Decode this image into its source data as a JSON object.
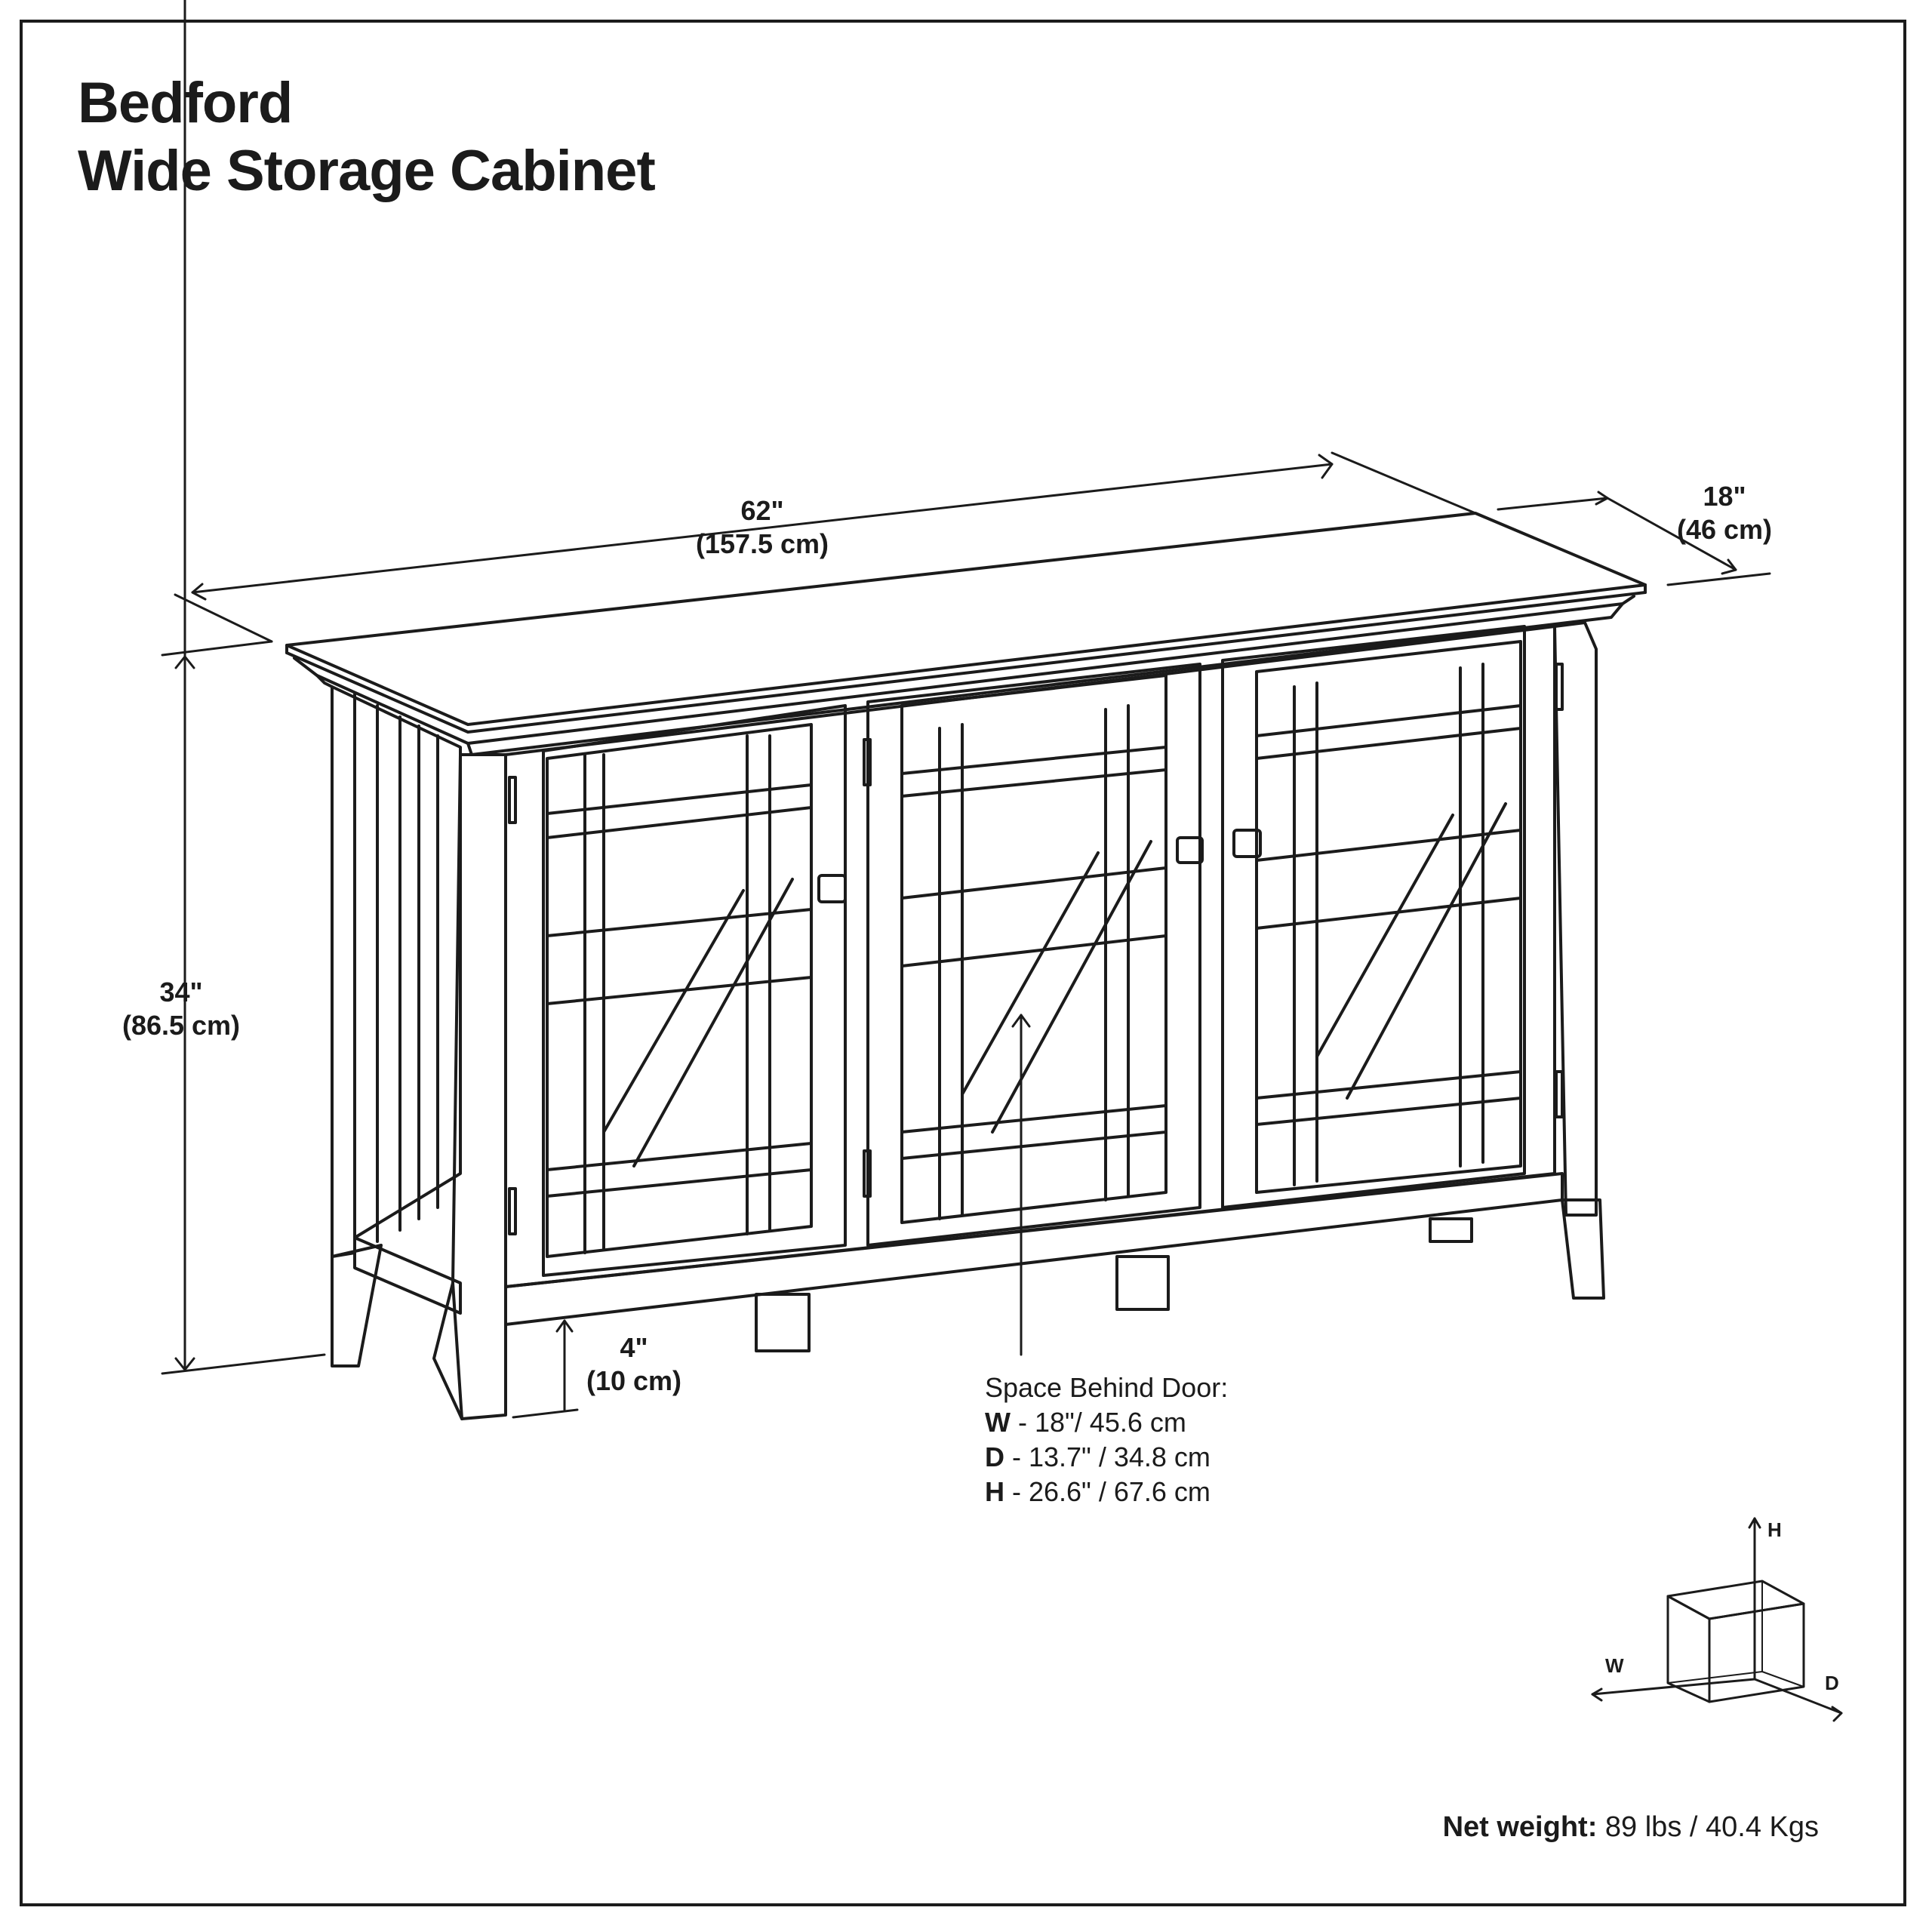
{
  "title": {
    "line1": "Bedford",
    "line2": "Wide Storage Cabinet"
  },
  "dimensions": {
    "width": {
      "imperial": "62\"",
      "metric": "(157.5 cm)"
    },
    "depth": {
      "imperial": "18\"",
      "metric": "(46 cm)"
    },
    "height": {
      "imperial": "34\"",
      "metric": "(86.5 cm)"
    },
    "clearance": {
      "imperial": "4\"",
      "metric": "(10 cm)"
    }
  },
  "space_behind_door": {
    "heading": "Space Behind Door:",
    "rows": [
      {
        "key": "W",
        "value": " - 18\"/ 45.6 cm"
      },
      {
        "key": "D",
        "value": " - 13.7\" / 34.8 cm"
      },
      {
        "key": "H",
        "value": " - 26.6\" / 67.6 cm"
      }
    ]
  },
  "axes_legend": {
    "h": "H",
    "w": "W",
    "d": "D"
  },
  "net_weight": {
    "label": "Net weight:",
    "value": " 89 lbs / 40.4 Kgs"
  },
  "colors": {
    "ink": "#1b1b1b",
    "background": "#ffffff"
  }
}
